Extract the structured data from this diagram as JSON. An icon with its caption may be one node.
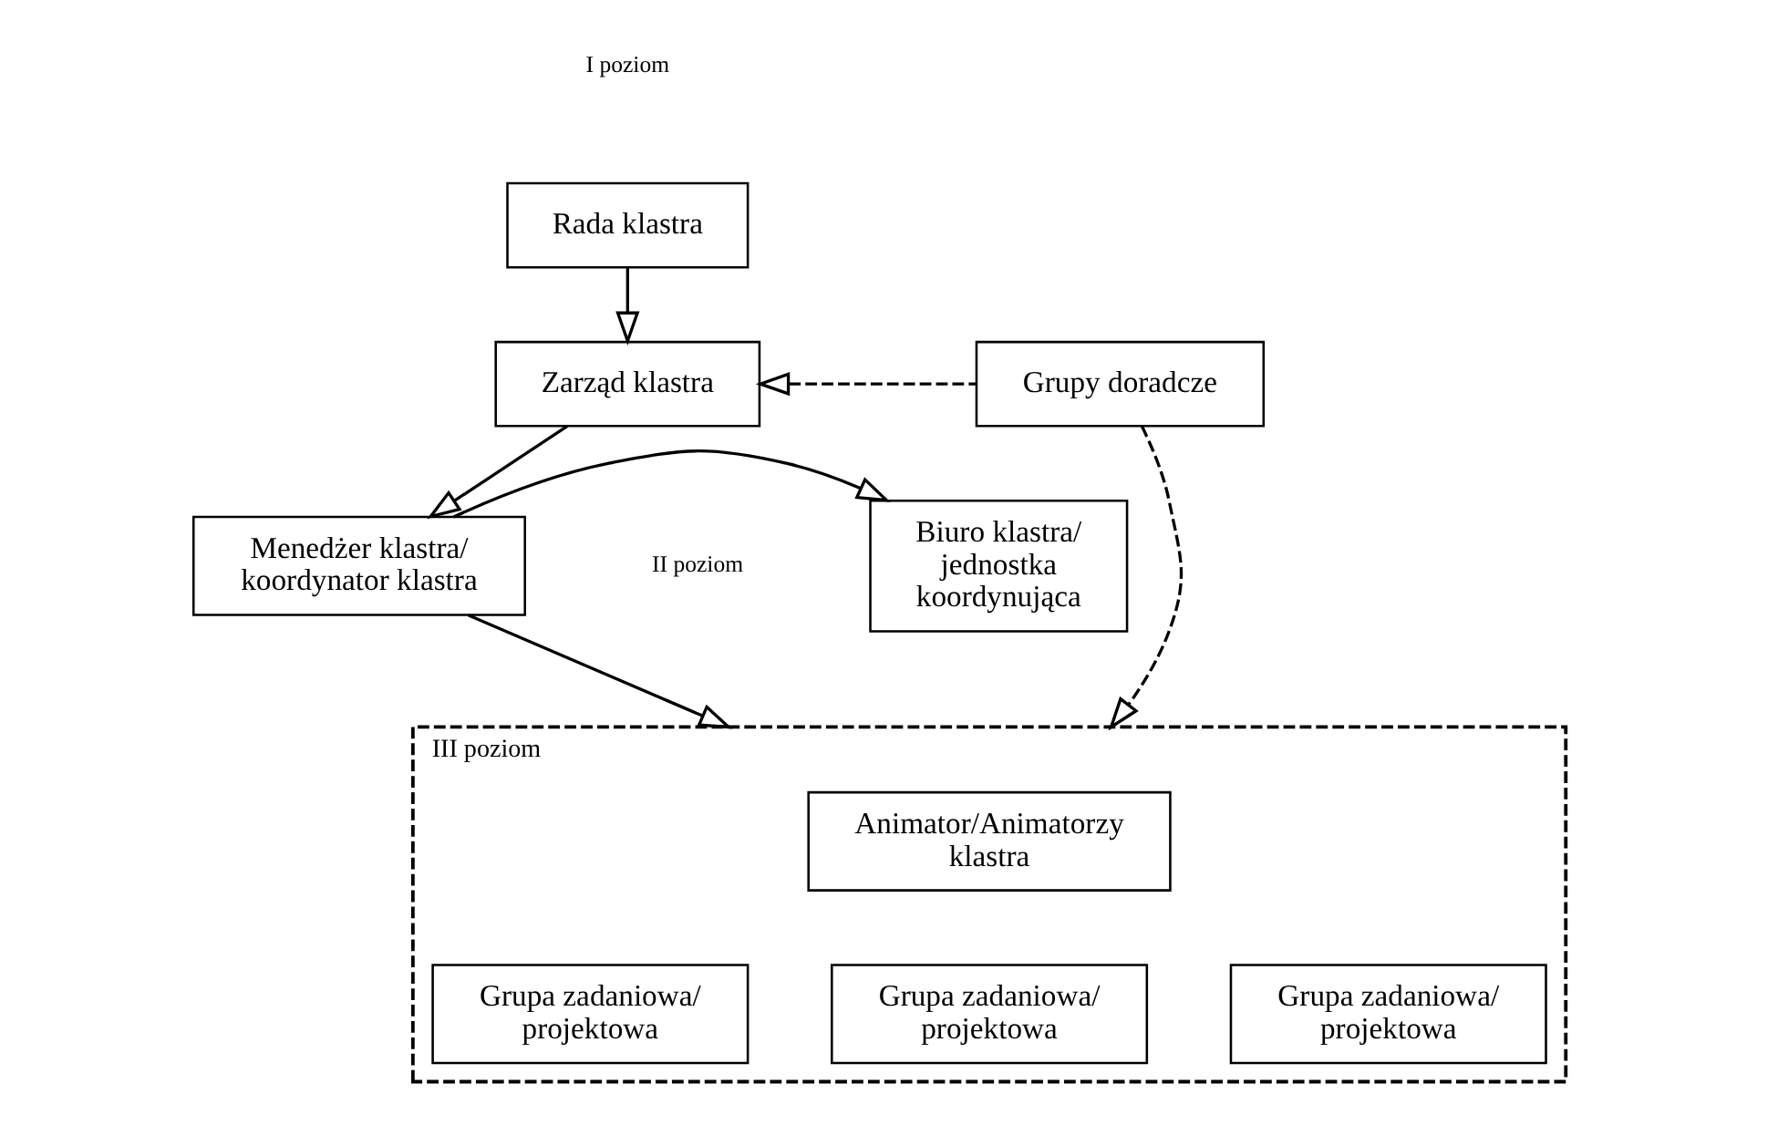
{
  "diagram": {
    "nodes": [
      {
        "text": [
          "Rada klastra"
        ]
      },
      {
        "text": [
          "Zarząd klastra"
        ]
      },
      {
        "text": [
          "Grupy doradcze"
        ]
      },
      {
        "text": [
          "Biuro klastra/ jednostka koordynująca"
        ]
      },
      {
        "text": [
          "Menedżer klastra/ koordynator klastra"
        ]
      },
      {
        "text": [
          "III poziom"
        ]
      },
      {
        "text": [
          "Animator/Animatorzy klastra"
        ],
        "in": 5
      },
      {
        "text": [
          "Grupa zadaniowa/ projektowa"
        ],
        "in": 5
      },
      {
        "text": [
          "Grupa zadaniowa/ projektowa"
        ],
        "in": 5
      },
      {
        "text": [
          "Grupa zadaniowa/ projektowa"
        ],
        "in": 5
      }
    ],
    "edges": [
      {
        "from": 0,
        "to": 1,
        "arrow": "to"
      },
      {
        "from": 2,
        "to": 1,
        "arrow": "to",
        "style": "dashed"
      },
      {
        "from": 1,
        "to": 4,
        "arrow": "to"
      },
      {
        "from": 4,
        "to": 3,
        "arrow": "to"
      },
      {
        "from": 4,
        "to": 5,
        "arrow": "to"
      },
      {
        "from": 2,
        "to": 5,
        "arrow": "to",
        "style": "dashed"
      }
    ],
    "labels": [
      "I poziom",
      "II poziom"
    ]
  }
}
